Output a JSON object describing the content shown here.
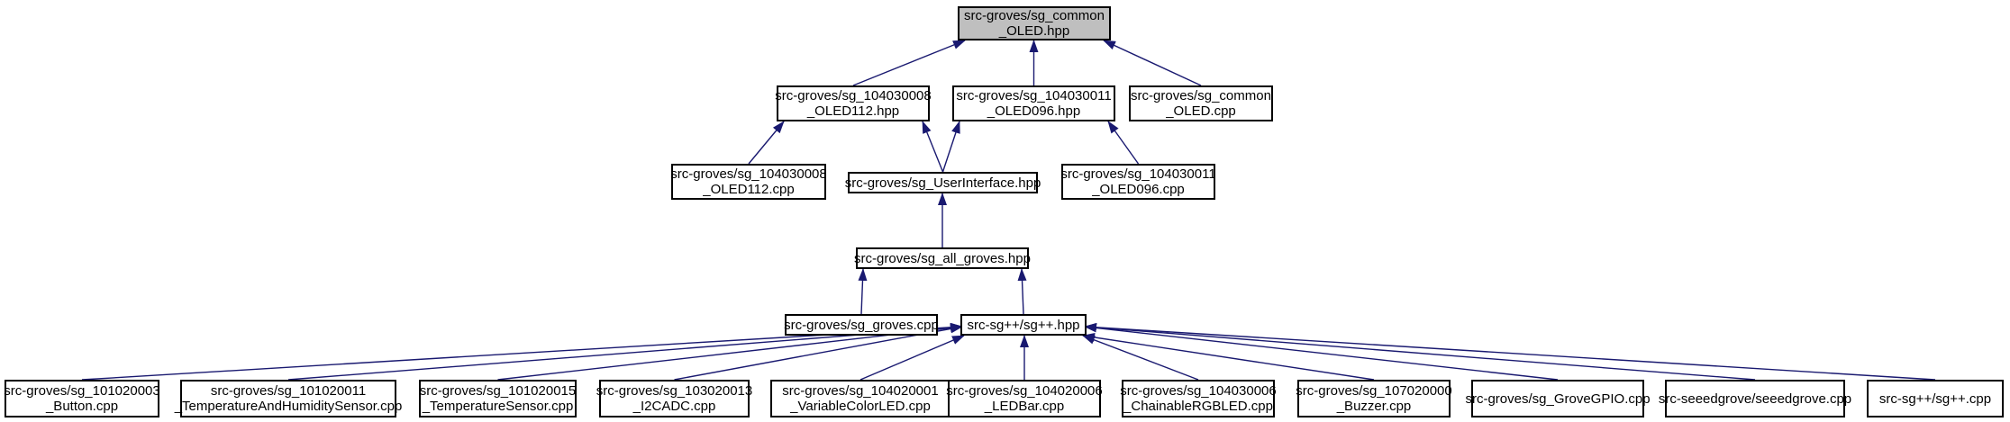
{
  "colors": {
    "edge": "#191970",
    "root_fill": "#bfbfbf",
    "node_fill": "#ffffff",
    "border": "#000000"
  },
  "nodes": {
    "common_oled_hpp": [
      "src-groves/sg_common",
      "_OLED.hpp"
    ],
    "oled112_hpp": [
      "src-groves/sg_104030008",
      "_OLED112.hpp"
    ],
    "oled096_hpp": [
      "src-groves/sg_104030011",
      "_OLED096.hpp"
    ],
    "common_oled_cpp": [
      "src-groves/sg_common",
      "_OLED.cpp"
    ],
    "oled112_cpp": [
      "src-groves/sg_104030008",
      "_OLED112.cpp"
    ],
    "userinterface_hpp": [
      "src-groves/sg_UserInterface.hpp"
    ],
    "oled096_cpp": [
      "src-groves/sg_104030011",
      "_OLED096.cpp"
    ],
    "all_groves_hpp": [
      "src-groves/sg_all_groves.hpp"
    ],
    "groves_cpp": [
      "src-groves/sg_groves.cpp"
    ],
    "sgpp_hpp": [
      "src-sg++/sg++.hpp"
    ],
    "button_cpp": [
      "src-groves/sg_101020003",
      "_Button.cpp"
    ],
    "temphum_cpp": [
      "src-groves/sg_101020011",
      "_TemperatureAndHumiditySensor.cpp"
    ],
    "tempsensor_cpp": [
      "src-groves/sg_101020015",
      "_TemperatureSensor.cpp"
    ],
    "i2cadc_cpp": [
      "src-groves/sg_103020013",
      "_I2CADC.cpp"
    ],
    "varled_cpp": [
      "src-groves/sg_104020001",
      "_VariableColorLED.cpp"
    ],
    "ledbar_cpp": [
      "src-groves/sg_104020006",
      "_LEDBar.cpp"
    ],
    "rgbled_cpp": [
      "src-groves/sg_104030006",
      "_ChainableRGBLED.cpp"
    ],
    "buzzer_cpp": [
      "src-groves/sg_107020000",
      "_Buzzer.cpp"
    ],
    "gpio_cpp": [
      "src-groves/sg_GroveGPIO.cpp"
    ],
    "seeedgrove_cpp": [
      "src-seeedgrove/seeedgrove.cpp"
    ],
    "sgpp_cpp": [
      "src-sg++/sg++.cpp"
    ]
  },
  "edges": [
    [
      "oled112_hpp",
      "common_oled_hpp"
    ],
    [
      "oled096_hpp",
      "common_oled_hpp"
    ],
    [
      "common_oled_cpp",
      "common_oled_hpp"
    ],
    [
      "oled112_cpp",
      "oled112_hpp"
    ],
    [
      "userinterface_hpp",
      "oled112_hpp"
    ],
    [
      "userinterface_hpp",
      "oled096_hpp"
    ],
    [
      "oled096_cpp",
      "oled096_hpp"
    ],
    [
      "all_groves_hpp",
      "userinterface_hpp"
    ],
    [
      "groves_cpp",
      "all_groves_hpp"
    ],
    [
      "sgpp_hpp",
      "all_groves_hpp"
    ],
    [
      "button_cpp",
      "sgpp_hpp"
    ],
    [
      "temphum_cpp",
      "sgpp_hpp"
    ],
    [
      "tempsensor_cpp",
      "sgpp_hpp"
    ],
    [
      "i2cadc_cpp",
      "sgpp_hpp"
    ],
    [
      "varled_cpp",
      "sgpp_hpp"
    ],
    [
      "ledbar_cpp",
      "sgpp_hpp"
    ],
    [
      "rgbled_cpp",
      "sgpp_hpp"
    ],
    [
      "buzzer_cpp",
      "sgpp_hpp"
    ],
    [
      "gpio_cpp",
      "sgpp_hpp"
    ],
    [
      "seeedgrove_cpp",
      "sgpp_hpp"
    ],
    [
      "sgpp_cpp",
      "sgpp_hpp"
    ]
  ]
}
